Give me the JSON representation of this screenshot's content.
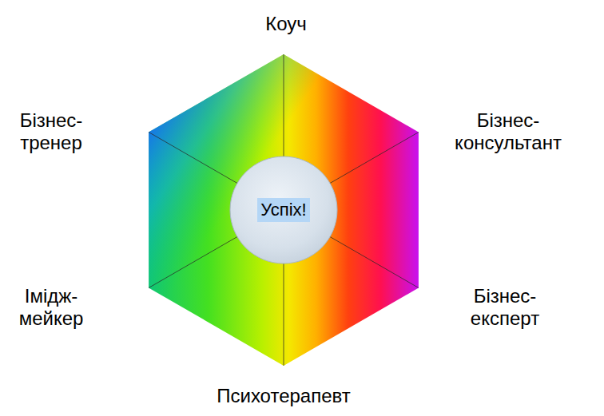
{
  "diagram": {
    "nodes": [
      {
        "text": [
          "Успіх!"
        ]
      }
    ],
    "labels": [
      "Коуч",
      "Бізнес- тренер",
      "Бізнес- консультант",
      "Імідж- мейкер",
      "Бізнес- експерт",
      "Психотерапевт"
    ]
  }
}
